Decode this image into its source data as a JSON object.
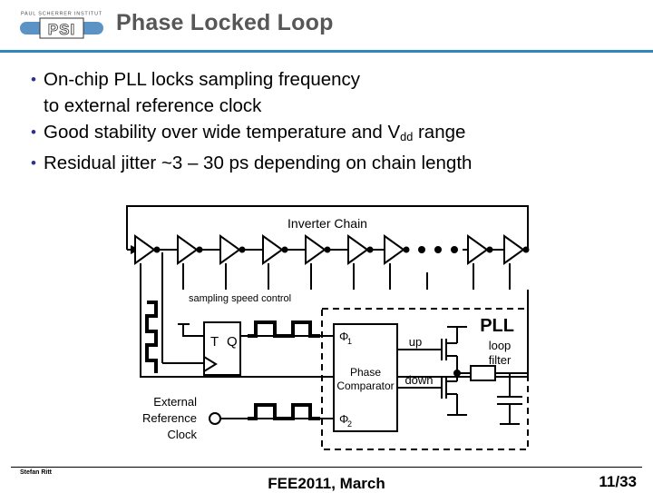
{
  "header": {
    "title": "Phase Locked Loop",
    "logo_alt": "psi-logo",
    "logo_wordmark": "PSI",
    "logo_caption": "PAUL SCHERRER INSTITUT",
    "rule_color": "#3086bd",
    "title_color": "#575757"
  },
  "bullets": [
    {
      "marker": "•",
      "line1": "On-chip PLL locks sampling frequency",
      "line2": "to external reference clock"
    },
    {
      "marker": "•",
      "line1": "Good stability over wide temperature and V",
      "sub": "dd",
      "line1b": " range"
    },
    {
      "marker": "•",
      "line1": "Residual jitter ~3 – 30 ps depending on chain length"
    }
  ],
  "bullet_color": "#2e3192",
  "diagram": {
    "inverter_chain_label": "Inverter Chain",
    "sampling_speed_control_label": "sampling speed control",
    "pll_label": "PLL",
    "phase_comparator_label_line1": "Phase",
    "phase_comparator_label_line2": "Comparator",
    "phi1_label": "Φ",
    "phi1_sub": "1",
    "phi2_label": "Φ",
    "phi2_sub": "2",
    "up_label": "up",
    "down_label": "down",
    "loop_filter_line1": "loop",
    "loop_filter_line2": "filter",
    "tff_t_label": "T",
    "tff_q_label": "Q",
    "ext_ref_line1": "External",
    "ext_ref_line2": "Reference",
    "ext_ref_line3": "Clock",
    "inverter_count": 9,
    "ellipsis_dots": 3,
    "line_color": "#000000"
  },
  "footer": {
    "author": "Stefan Ritt",
    "center": "FEE2011, March",
    "page": "11/33"
  }
}
